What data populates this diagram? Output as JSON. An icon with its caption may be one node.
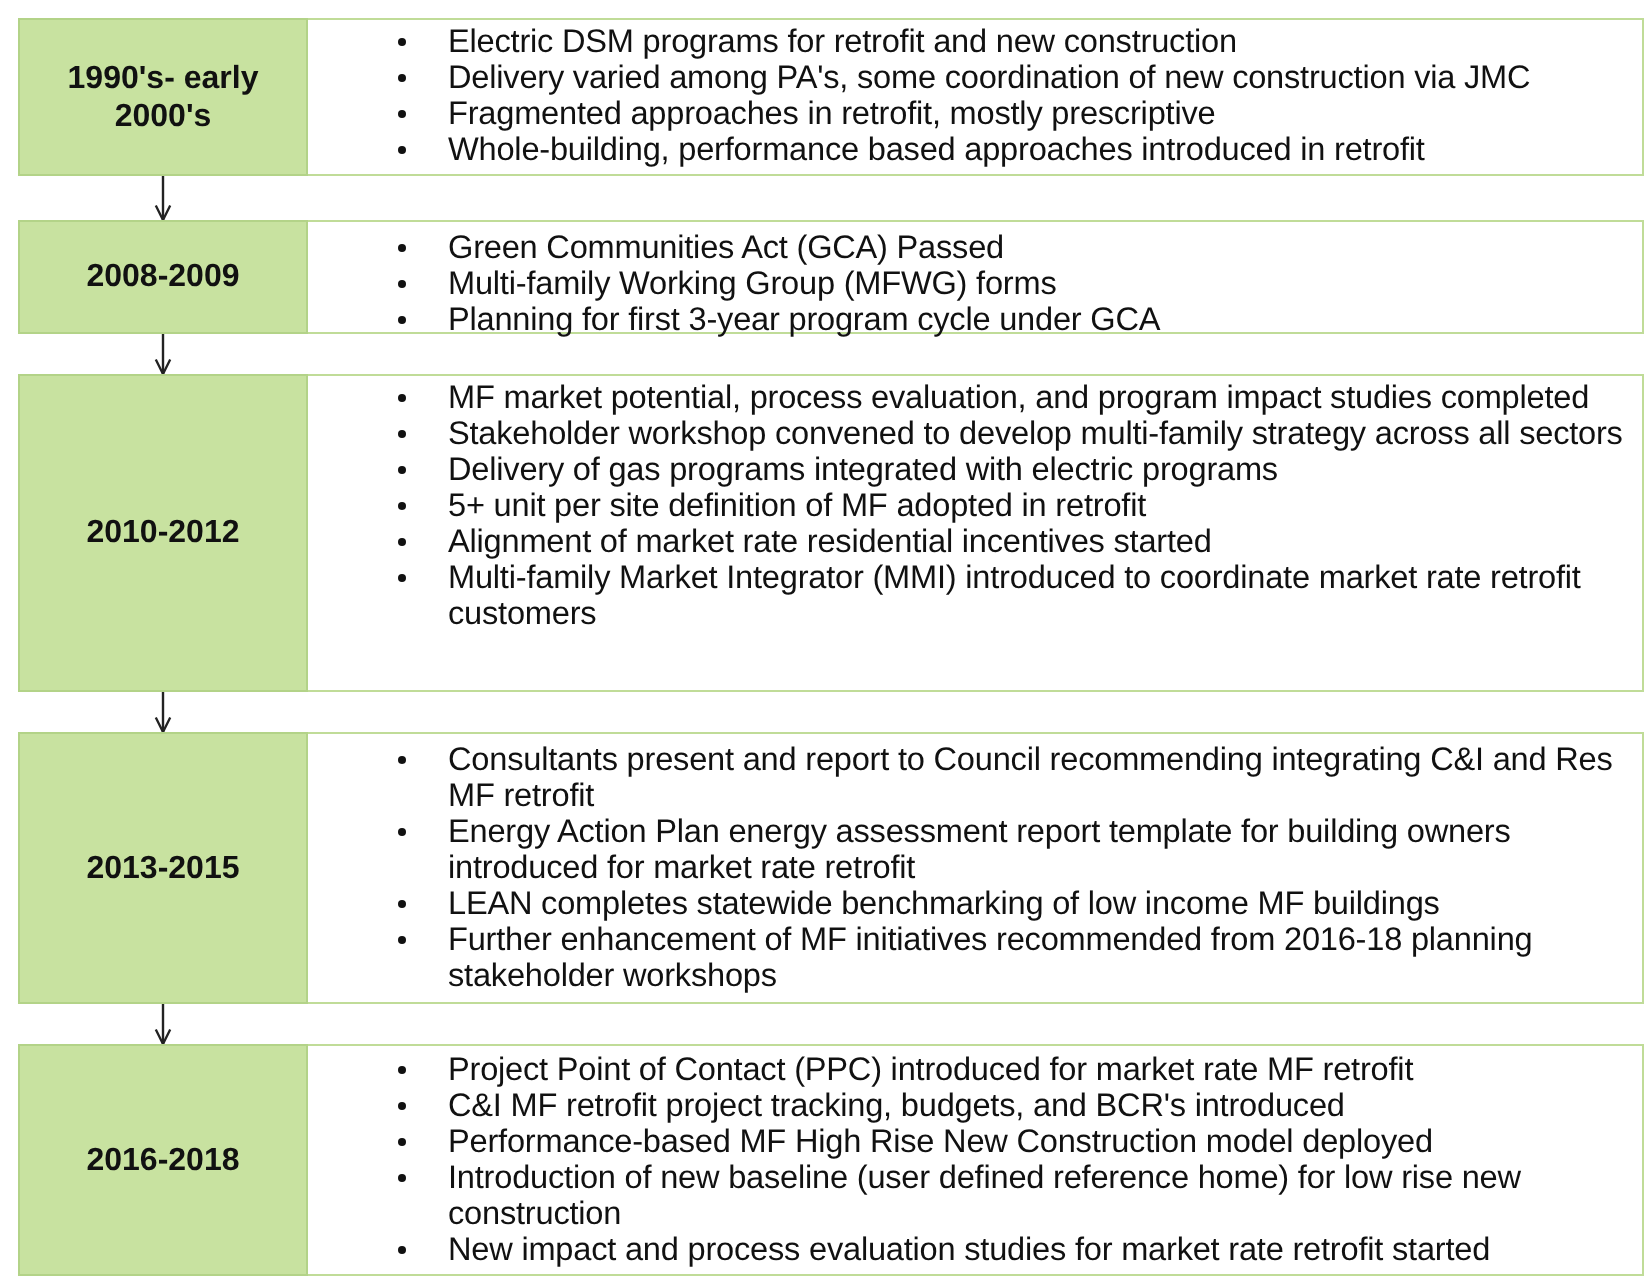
{
  "diagram": {
    "nodes": [
      {
        "text": [
          "1990's- early 2000's"
        ]
      },
      {
        "text": [
          "Electric DSM programs for retrofit and new construction",
          "Delivery varied among PA's, some coordination of new construction via JMC",
          "Fragmented approaches in retrofit, mostly prescriptive",
          "Whole-building, performance based approaches introduced in retrofit"
        ]
      },
      {
        "text": [
          "2008-2009"
        ]
      },
      {
        "text": [
          "Green Communities Act (GCA) Passed",
          "Multi-family Working Group (MFWG) forms",
          "Planning for first 3-year program cycle under GCA"
        ]
      },
      {
        "text": [
          "2010-2012"
        ]
      },
      {
        "text": [
          "MF market potential, process evaluation, and program impact studies completed",
          "Stakeholder workshop convened to develop multi-family strategy across all sectors",
          "Delivery of gas programs integrated with electric programs",
          "5+ unit per site definition of MF adopted in retrofit",
          "Alignment of market rate residential incentives started",
          "Multi-family Market Integrator (MMI) introduced to coordinate market rate retrofit customers"
        ]
      },
      {
        "text": [
          "2013-2015"
        ]
      },
      {
        "text": [
          "Consultants present and report to Council recommending integrating C&I and Res MF retrofit",
          "Energy Action Plan energy assessment report template for building owners introduced for market rate retrofit",
          "LEAN completes statewide benchmarking of low income MF buildings",
          "Further enhancement of MF initiatives recommended from 2016-18 planning stakeholder workshops"
        ]
      },
      {
        "text": [
          "2016-2018"
        ]
      },
      {
        "text": [
          "Project Point of Contact (PPC) introduced for market rate MF retrofit",
          "C&I MF retrofit project tracking, budgets, and BCR's introduced",
          "Performance-based MF High Rise New Construction model deployed",
          "Introduction of new baseline (user defined reference home) for low rise new construction",
          "New impact and process evaluation studies for market rate retrofit started"
        ]
      }
    ],
    "edges": [
      {
        "from": 0,
        "to": 2,
        "arrow": "to"
      },
      {
        "from": 2,
        "to": 4,
        "arrow": "to"
      },
      {
        "from": 4,
        "to": 6,
        "arrow": "to"
      },
      {
        "from": 6,
        "to": 8,
        "arrow": "to"
      }
    ]
  }
}
